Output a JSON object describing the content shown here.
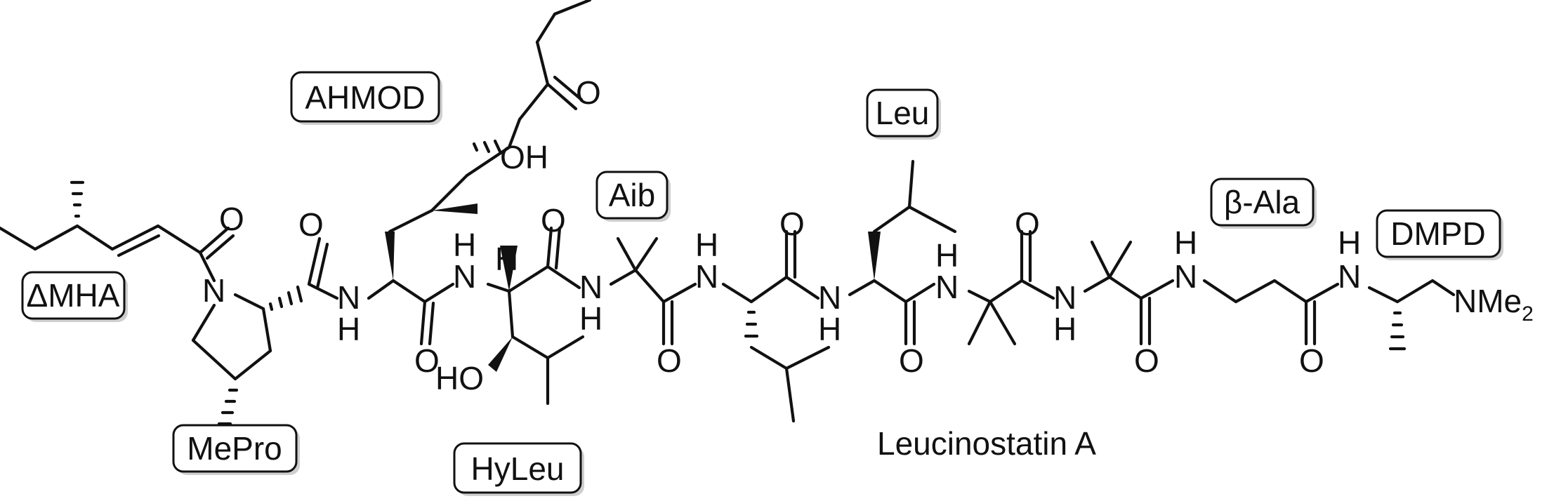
{
  "title": "Leucinostatin A",
  "residue_labels": {
    "dmha": "ΔMHA",
    "mepro": "MePro",
    "ahmod": "AHMOD",
    "hyleu": "HyLeu",
    "aib": "Aib",
    "leu": "Leu",
    "beta_ala": "β-Ala",
    "dmpd": "DMPD"
  },
  "atoms": {
    "o": "O",
    "n": "N",
    "h": "H",
    "ho": "HO",
    "oh": "OH",
    "nme": "NMe",
    "sub2": "2"
  }
}
